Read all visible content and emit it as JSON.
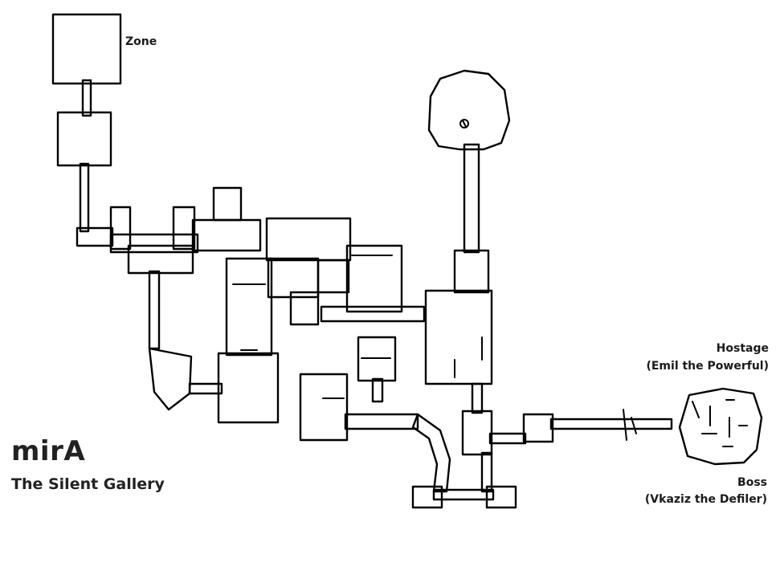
{
  "map": {
    "region_name": "mirA",
    "map_name": "The Silent Gallery",
    "labels": {
      "zone": "Zone",
      "hostage_title": "Hostage",
      "hostage_name": "(Emil the Powerful)",
      "boss_title": "Boss",
      "boss_name": "(Vkaziz the Defiler)"
    }
  },
  "style": {
    "wall_color": "#000000",
    "floor_color": "#ffffff"
  }
}
